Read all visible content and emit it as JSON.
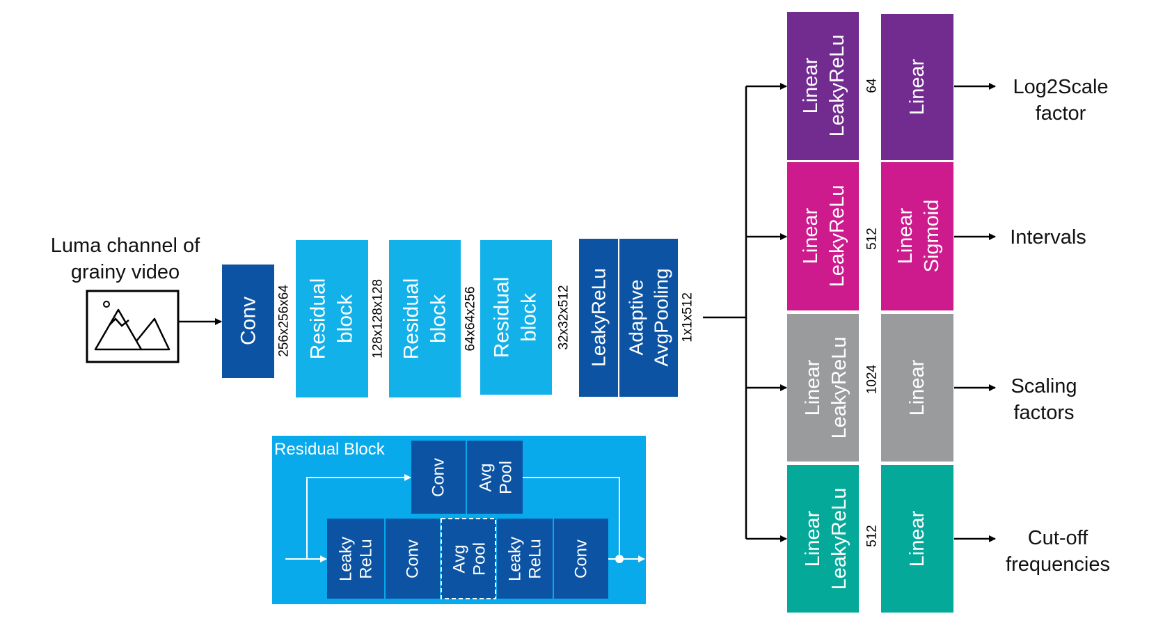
{
  "colors": {
    "dark_blue": "#0C54A3",
    "light_blue": "#12B1E9",
    "panel_blue": "#08AAEC",
    "purple": "#722C90",
    "magenta": "#CD1A8D",
    "gray": "#9A9B9D",
    "teal": "#05A99A",
    "line": "#000000"
  },
  "input": {
    "label_line1": "Luma channel of",
    "label_line2": "grainy video",
    "icon": "image-landscape-icon"
  },
  "encoder": {
    "conv": "Conv",
    "conv_shape": "256x256x64",
    "res1": [
      "Residual",
      "block"
    ],
    "res1_shape": "128x128x128",
    "res2": [
      "Residual",
      "block"
    ],
    "res2_shape": "64x64x256",
    "res3": [
      "Residual",
      "block"
    ],
    "res3_shape": "32x32x512",
    "leaky": "LeakyReLu",
    "pool": [
      "Adaptive",
      "AvgPooling"
    ],
    "pool_shape": "1x1x512"
  },
  "residual_block": {
    "title": "Residual Block",
    "skip_conv": "Conv",
    "skip_pool": [
      "Avg",
      "Pool"
    ],
    "main": [
      [
        "Leaky",
        "ReLu"
      ],
      [
        "Conv"
      ],
      [
        "Avg",
        "Pool"
      ],
      [
        "Leaky",
        "ReLu"
      ],
      [
        "Conv"
      ]
    ]
  },
  "heads": [
    {
      "color": "purple",
      "first": [
        "Linear",
        "LeakyReLu"
      ],
      "width": "64",
      "second": [
        "Linear"
      ],
      "output": [
        "Log2Scale",
        "factor"
      ]
    },
    {
      "color": "magenta",
      "first": [
        "Linear",
        "LeakyReLu"
      ],
      "width": "512",
      "second": [
        "Linear",
        "Sigmoid"
      ],
      "output": [
        "Intervals"
      ]
    },
    {
      "color": "gray",
      "first": [
        "Linear",
        "LeakyReLu"
      ],
      "width": "1024",
      "second": [
        "Linear"
      ],
      "output": [
        "Scaling",
        "factors"
      ]
    },
    {
      "color": "teal",
      "first": [
        "Linear",
        "LeakyReLu"
      ],
      "width": "512",
      "second": [
        "Linear"
      ],
      "output": [
        "Cut-off",
        "frequencies"
      ]
    }
  ]
}
